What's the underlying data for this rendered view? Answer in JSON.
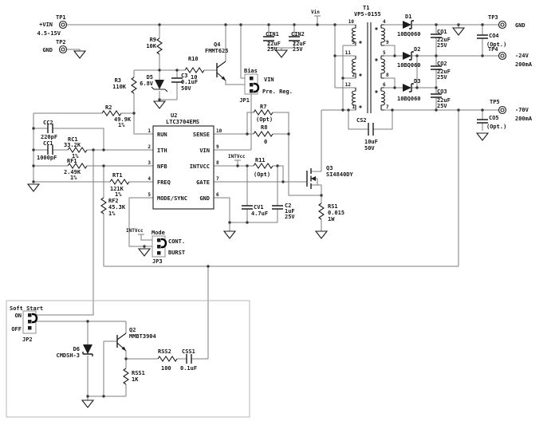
{
  "colors": {
    "wire": "#7e7e7e",
    "symbol": "#1c1c1c",
    "text": "#141414",
    "box_border": "#8c8c8c",
    "background": "#ffffff"
  },
  "input": {
    "tp1": "TP1",
    "vin": "+VIN",
    "vin_range": "4.5-15V",
    "tp2": "TP2",
    "gnd": "GND",
    "vin_net": "Vin"
  },
  "bias": {
    "r9": "R9",
    "r9_val": "10K",
    "r3": "R3",
    "r3_val": "110K",
    "r2": "R2",
    "r2_val": "49.9K",
    "r2_tol": "1%",
    "d5": "D5",
    "d5_val": "6.8V",
    "c3": "C3",
    "c3_val": "0.1uF",
    "c3_volt": "50V",
    "r10": "R10",
    "r10_val": "10",
    "q4": "Q4",
    "q4_part": "FMMT625",
    "jp1": "JP1",
    "jp1_name": "Bias",
    "jp1_vin": "VIN",
    "jp1_prereg": "Pre. Reg."
  },
  "input_caps": {
    "cin1": "CIN1",
    "cin1_val": "22uF",
    "cin1_volt": "25V",
    "cin2": "CIN2",
    "cin2_val": "22uF",
    "cin2_volt": "25V"
  },
  "u2": {
    "ref": "U2",
    "part": "LTC3704EMS",
    "pins_left": [
      {
        "n": "1",
        "label": "RUN"
      },
      {
        "n": "2",
        "label": "ITH"
      },
      {
        "n": "3",
        "label": "NFB"
      },
      {
        "n": "4",
        "label": "FREQ"
      },
      {
        "n": "5",
        "label": "MODE/SYNC"
      }
    ],
    "pins_right": [
      {
        "n": "10",
        "label": "SENSE"
      },
      {
        "n": "9",
        "label": "VIN"
      },
      {
        "n": "8",
        "label": "INTVCC"
      },
      {
        "n": "7",
        "label": "GATE"
      },
      {
        "n": "6",
        "label": "GND"
      }
    ]
  },
  "comp": {
    "cc2": "CC2",
    "cc2_val": "220pF",
    "cc1": "CC1",
    "cc1_val": "1000pF",
    "rc1": "RC1",
    "rc1_val": "33.2K",
    "rc1_tol": "1%",
    "rf1": "RF1",
    "rf1_val": "2.49K",
    "rf1_tol": "1%",
    "rt1": "RT1",
    "rt1_val": "121K",
    "rt1_tol": "1%",
    "rf2": "RF2",
    "rf2_val": "45.3K",
    "rf2_tol": "1%"
  },
  "intvcc": {
    "net": "INTVcc",
    "net2": "INTVcc",
    "r11": "R11",
    "r11_opt": "(Opt)",
    "cv1": "CV1",
    "cv1_val": "4.7uF",
    "c2": "C2",
    "c2_val": "1uF",
    "c2_volt": "25V"
  },
  "sense": {
    "r7": "R7",
    "r7_opt": "(Opt)",
    "r8": "R8",
    "r8_val": "0"
  },
  "mode": {
    "label": "Mode",
    "cont": "CONT.",
    "burst": "BURST",
    "jp3": "JP3"
  },
  "power": {
    "q3": "Q3",
    "q3_part": "SI4840DY",
    "rs1": "RS1",
    "rs1_val": "0.015",
    "rs1_pwr": "1W"
  },
  "xfmr": {
    "t1": "T1",
    "part": "VP5-0155",
    "pins_left": [
      "10",
      "3",
      "11",
      "2",
      "12",
      "1"
    ],
    "pins_right": [
      "4",
      "9",
      "5",
      "8",
      "6",
      "7"
    ],
    "cs2": "CS2",
    "cs2_val": "10uF",
    "cs2_volt": "50V"
  },
  "out": {
    "d1": "D1",
    "d1_part": "10BQ060",
    "d2": "D2",
    "d2_part": "10BQ060",
    "d3": "D3",
    "d3_part": "10BQ060",
    "co1": "CO1",
    "co1_val": "22uF",
    "co1_volt": "25V",
    "co2": "CO2",
    "co2_val": "22uF",
    "co2_volt": "25V",
    "co3": "CO3",
    "co3_val": "22uF",
    "co3_volt": "25V",
    "co4": "CO4",
    "co4_opt": "(Opt.)",
    "co5": "CO5",
    "co5_opt": "(Opt.)",
    "tp3": "TP3",
    "tp3_net": "GND",
    "tp4": "TP4",
    "tp4_v": "-24V",
    "tp4_i": "200mA",
    "tp5": "TP5",
    "tp5_v": "-70V",
    "tp5_i": "200mA"
  },
  "soft": {
    "title": "Soft Start",
    "on": "ON",
    "off": "OFF",
    "jp2": "JP2",
    "q2": "Q2",
    "q2_part": "MMBT3904",
    "d6": "D6",
    "d6_part": "CMDSH-3",
    "rss1": "RSS1",
    "rss1_val": "1K",
    "rss2": "RSS2",
    "rss2_val": "100",
    "css1": "CSS1",
    "css1_val": "0.1uF"
  }
}
